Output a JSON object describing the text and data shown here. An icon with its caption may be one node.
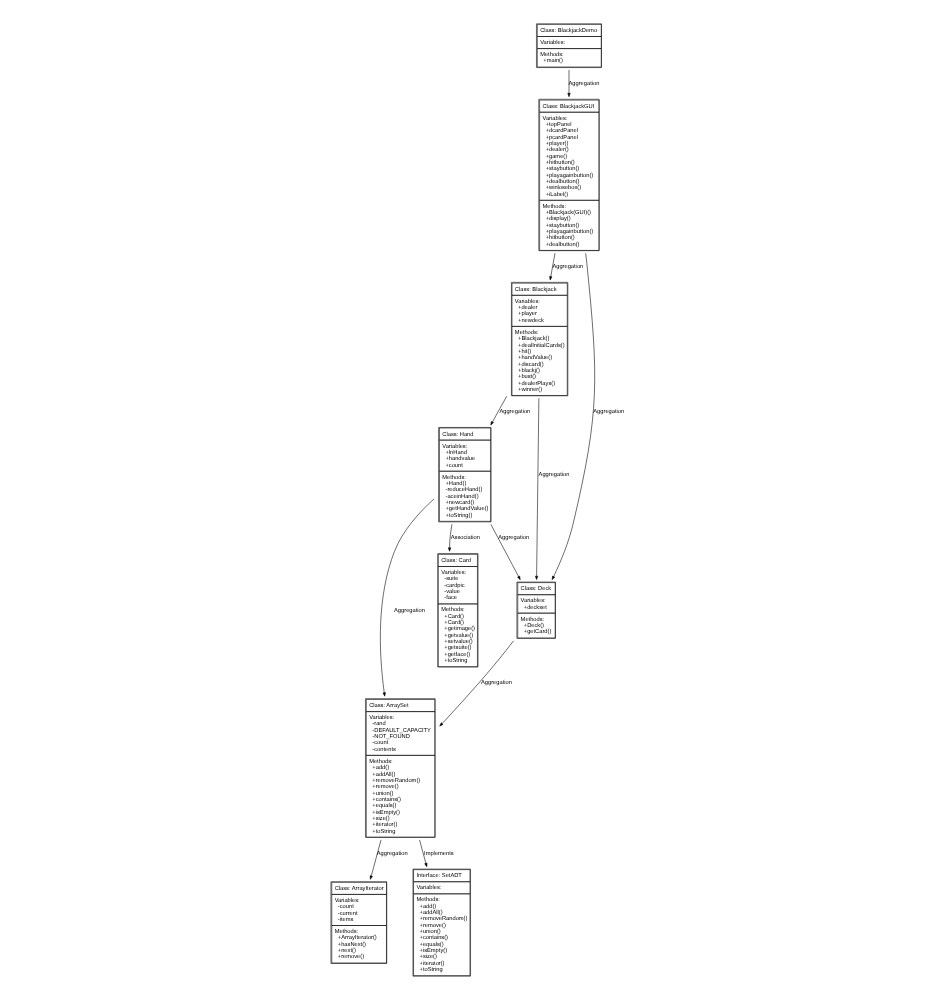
{
  "diagram": {
    "nodes": [
      {
        "text": [
          "Class: Blackjack",
          "Variables: +dealer +player +newdeck",
          "Methods: +Blackjack() +dealInitialCards() +hit() +handValue() +discard() +blackj() +bust() +dealerPlays() +winner()"
        ]
      },
      {
        "text": [
          "Class: BlackjackDemo",
          "Variables:",
          "Methods: +main()"
        ]
      },
      {
        "text": [
          "Class: BlackjackGUI",
          "Variables: +topPanel +dcardPanel +pcardPanel +player() +dealer() +game() +hitbutton() +staybutton() +playagainbutton() +dealbutton() +winlosebox() +iLabel()",
          "Methods: +Blackjack(GUI)() +display() +staybutton() +playagainbutton() +hitbutton() +dealbutton()"
        ]
      },
      {
        "text": [
          "Class: Deck",
          "Variables: +deckset",
          "Methods: +Deck() +getCard()"
        ]
      },
      {
        "text": [
          "Class: ArrayIterator",
          "Variables: -count -current -items",
          "Methods: +ArrayIterator() +hasNext() +next() +remove()"
        ]
      },
      {
        "text": [
          "Class: Hand",
          "Variables: +lnHand +handvalue +count",
          "Methods: +Hand() -reduceHand() -aceinHand() +newcard() +getHandValue() +toString()"
        ]
      },
      {
        "text": [
          "Class: ArraySet",
          "Variables: -rand -DEFAULT_CAPACITY -NOT_FOUND -count -contents",
          "Methods: +add() +addAll() +removeRandom() +remove() +union() +contains() +equals() +isEmpty() +size() +iterator() +toString"
        ]
      },
      {
        "text": [
          "Interface: SetADT",
          "Variables:",
          "Methods: +add() +addAll() +removeRandom() +remove() +union() +contains() +equals() +isEmpty() +size() +iterator() +toString"
        ]
      },
      {
        "text": [
          "Class: Card",
          "Variables: -suite -cardpic -value -face",
          "Methods: +Card() +Card() +getimage() +getvalue() +setvalue() +getsuite() +getface() +toString"
        ]
      }
    ],
    "edges": [
      {
        "from": 1,
        "to": 2,
        "arrow": "to",
        "label": "Aggregation"
      },
      {
        "from": 2,
        "to": 0,
        "arrow": "to",
        "label": "Aggregation"
      },
      {
        "from": 2,
        "to": 3,
        "arrow": "to",
        "label": "Aggregation"
      },
      {
        "from": 0,
        "to": 3,
        "arrow": "to",
        "label": "Aggregation"
      },
      {
        "from": 0,
        "to": 5,
        "arrow": "to",
        "label": "Aggregation"
      },
      {
        "from": 5,
        "to": 3,
        "arrow": "to",
        "label": "Aggregation"
      },
      {
        "from": 3,
        "to": 6,
        "arrow": "to",
        "label": "Aggregation"
      },
      {
        "from": 5,
        "to": 6,
        "arrow": "to",
        "label": "Aggregation"
      },
      {
        "from": 5,
        "to": 8,
        "arrow": "to",
        "label": "Association"
      },
      {
        "from": 6,
        "to": 4,
        "arrow": "to",
        "label": "Aggregation"
      },
      {
        "from": 6,
        "to": 7,
        "arrow": "to",
        "label": "Implements"
      }
    ]
  }
}
